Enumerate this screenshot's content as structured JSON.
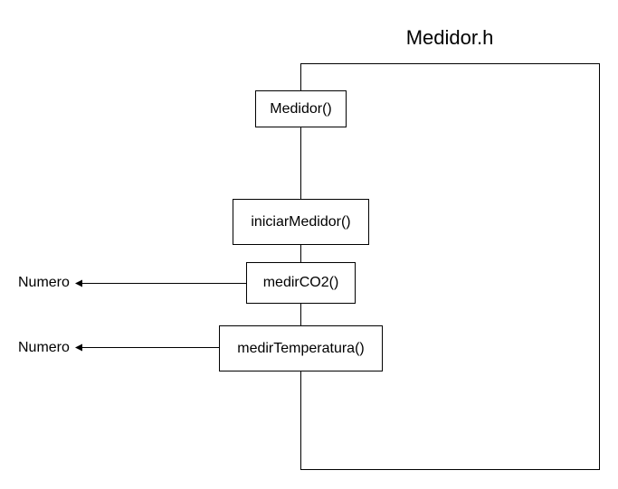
{
  "diagram": {
    "title": "Medidor.h",
    "methods": [
      {
        "label": "Medidor()"
      },
      {
        "label": "iniciarMedidor()"
      },
      {
        "label": "medirCO2()",
        "returns": "Numero"
      },
      {
        "label": "medirTemperatura()",
        "returns": "Numero"
      }
    ]
  }
}
